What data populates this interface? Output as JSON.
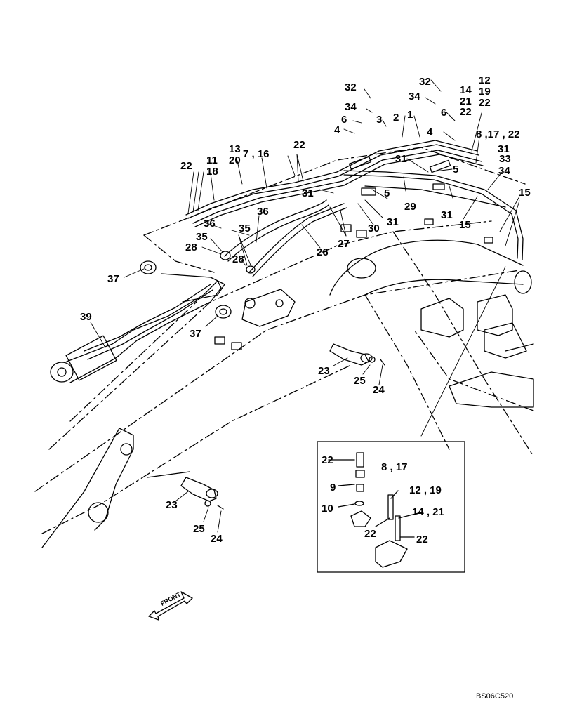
{
  "drawing_code": "BS06C520",
  "front_arrow_text": "FRONT",
  "callouts": [
    {
      "text": "32"
    },
    {
      "text": "34"
    },
    {
      "text": "6"
    },
    {
      "text": "4"
    },
    {
      "text": "3"
    },
    {
      "text": "2"
    },
    {
      "text": "1"
    },
    {
      "text": "32"
    },
    {
      "text": "34"
    },
    {
      "text": "6"
    },
    {
      "text": "4"
    },
    {
      "text": "12"
    },
    {
      "text": "19"
    },
    {
      "text": "14"
    },
    {
      "text": "21"
    },
    {
      "text": "22"
    },
    {
      "text": "22"
    },
    {
      "text": "8 ,17 , 22"
    },
    {
      "text": "31"
    },
    {
      "text": "33"
    },
    {
      "text": "34"
    },
    {
      "text": "5"
    },
    {
      "text": "13"
    },
    {
      "text": "20"
    },
    {
      "text": "7 , 16"
    },
    {
      "text": "22"
    },
    {
      "text": "22"
    },
    {
      "text": "11"
    },
    {
      "text": "18"
    },
    {
      "text": "31"
    },
    {
      "text": "29"
    },
    {
      "text": "31"
    },
    {
      "text": "15"
    },
    {
      "text": "15"
    },
    {
      "text": "31"
    },
    {
      "text": "5"
    },
    {
      "text": "31"
    },
    {
      "text": "30"
    },
    {
      "text": "27"
    },
    {
      "text": "26"
    },
    {
      "text": "36"
    },
    {
      "text": "36"
    },
    {
      "text": "35"
    },
    {
      "text": "35"
    },
    {
      "text": "28"
    },
    {
      "text": "28"
    },
    {
      "text": "37"
    },
    {
      "text": "37"
    },
    {
      "text": "39"
    },
    {
      "text": "23"
    },
    {
      "text": "25"
    },
    {
      "text": "24"
    },
    {
      "text": "23"
    },
    {
      "text": "25"
    },
    {
      "text": "24"
    },
    {
      "text": "22"
    },
    {
      "text": "8 , 17"
    },
    {
      "text": "9"
    },
    {
      "text": "10"
    },
    {
      "text": "12 , 19"
    },
    {
      "text": "14 , 21"
    },
    {
      "text": "22"
    },
    {
      "text": "22"
    }
  ]
}
